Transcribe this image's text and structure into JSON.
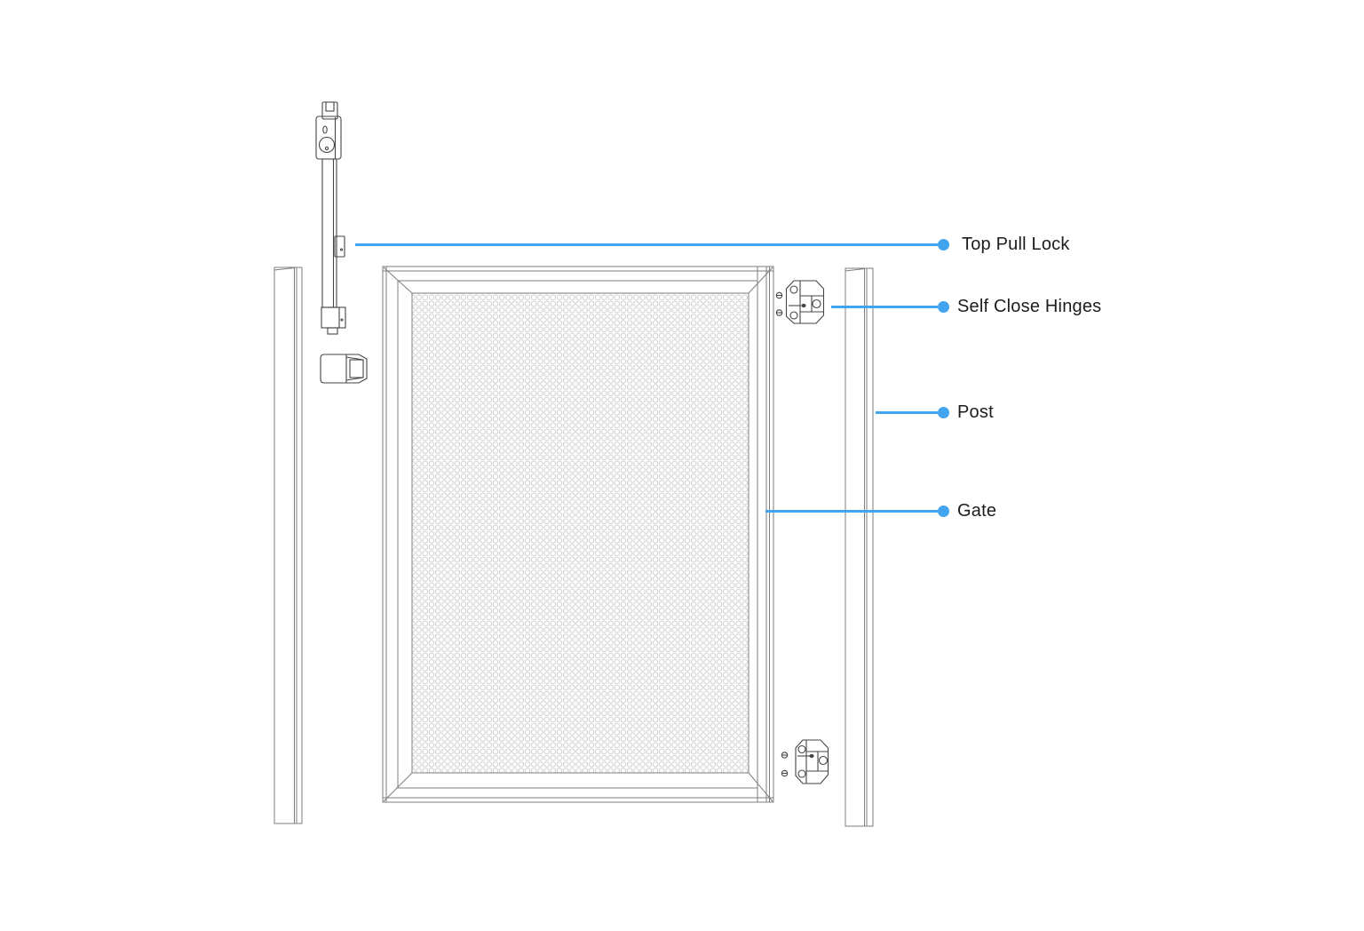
{
  "colors": {
    "accent": "#42a4ee",
    "ink": "#1c1c1c",
    "line_mid": "#7d7d7d",
    "line_dark": "#454545",
    "mesh_line": "#c9c9c9"
  },
  "annotations": [
    {
      "id": "top-pull-lock",
      "label": "Top Pull Lock"
    },
    {
      "id": "self-close-hinges",
      "label": "Self Close Hinges"
    },
    {
      "id": "post",
      "label": "Post"
    },
    {
      "id": "gate",
      "label": "Gate"
    }
  ]
}
